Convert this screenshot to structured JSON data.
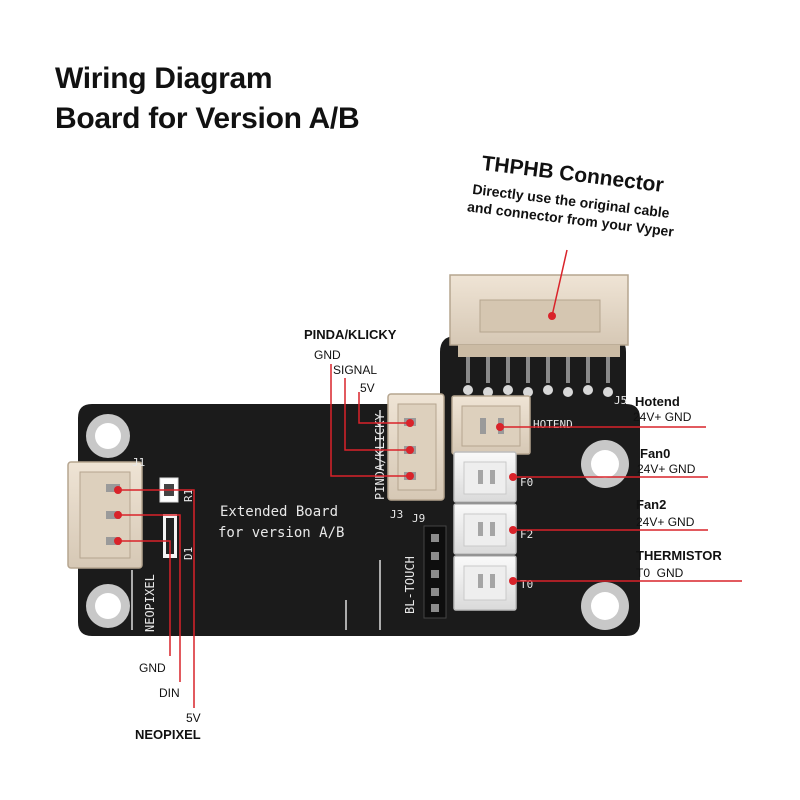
{
  "title": {
    "line1": "Wiring Diagram",
    "line2": "Board for Version A/B"
  },
  "thphb": {
    "title": "THPHB Connector",
    "desc1": "Directly use the original cable",
    "desc2": "and connector from your Vyper"
  },
  "pinda": {
    "title": "PINDA/KLICKY",
    "gnd": "GND",
    "signal": "SIGNAL",
    "v5": "5V"
  },
  "hotend": {
    "title": "Hotend",
    "pins": "24V+ GND"
  },
  "fan0": {
    "title": "Fan0",
    "pins": "24V+ GND"
  },
  "fan2": {
    "title": "Fan2",
    "pins": "24V+ GND"
  },
  "thermistor": {
    "title": "THERMISTOR",
    "pins": "T0  GND"
  },
  "neopixel": {
    "title": "NEOPIXEL",
    "gnd": "GND",
    "din": "DIN",
    "v5": "5V"
  },
  "board": {
    "line1": "Extended Board",
    "line2": "for version A/B",
    "silk_neopixel": "NEOPIXEL",
    "silk_pinda": "PINDA/KLICKY",
    "silk_bltouch": "BL-TOUCH",
    "silk_hotend": "HOTEND",
    "j1": "J1",
    "j3": "J3",
    "j5": "J5",
    "j9": "J9",
    "f0": "F0",
    "f2": "F2",
    "t0": "T0",
    "r1": "R1",
    "d1": "D1"
  },
  "colors": {
    "wire": "#d9232a",
    "board": "#1a1a1a",
    "connector": "#e9dccb",
    "white_connector": "#f2f2f2",
    "hole": "#c9c9c9"
  }
}
